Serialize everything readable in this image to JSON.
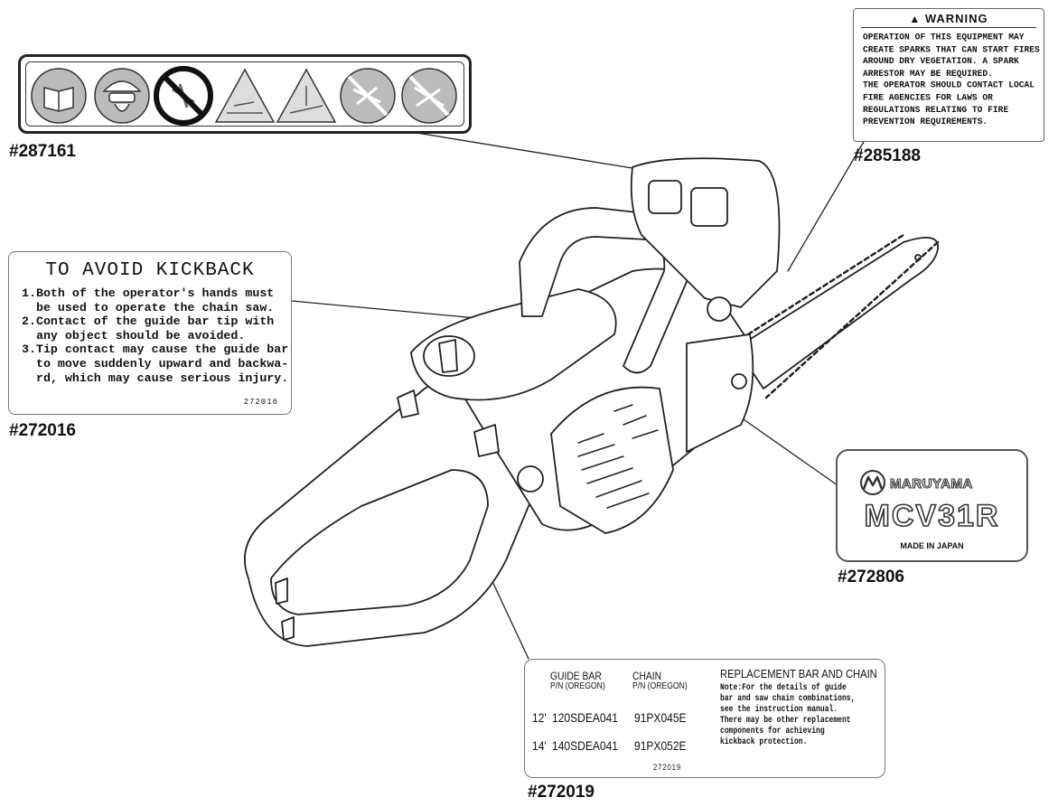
{
  "part_numbers": {
    "pictograms": "#287161",
    "warning": "#285188",
    "kickback": "#272016",
    "model": "#272806",
    "replacement": "#272019"
  },
  "warning_label": {
    "heading": "WARNING",
    "lines": [
      "OPERATION OF THIS EQUIPMENT MAY",
      "CREATE SPARKS THAT CAN START FIRES",
      "AROUND DRY VEGETATION. A SPARK",
      "ARRESTOR MAY BE REQUIRED.",
      "THE OPERATOR SHOULD CONTACT LOCAL",
      "FIRE AGENCIES FOR LAWS OR",
      "REGULATIONS RELATING TO FIRE",
      "PREVENTION REQUIREMENTS."
    ]
  },
  "kickback_label": {
    "title": "TO AVOID KICKBACK",
    "lines": [
      "1.Both of the operator's hands must",
      "  be used to operate the chain saw.",
      "2.Contact of the guide bar tip with",
      "  any object should be avoided.",
      "3.Tip contact may cause the guide bar",
      "  to move suddenly upward and backwa-",
      "  rd, which may cause serious injury."
    ],
    "code": "272016"
  },
  "model_label": {
    "brand": "MARUYAMA",
    "model": "MCV31R",
    "made_in": "MADE IN JAPAN"
  },
  "replacement_label": {
    "col_bar_header_1": "GUIDE BAR",
    "col_bar_header_2": "P/N (OREGON)",
    "col_chain_header_1": "CHAIN",
    "col_chain_header_2": "P/N (OREGON)",
    "title": "REPLACEMENT BAR AND CHAIN",
    "rows": [
      {
        "size": "12'",
        "bar": "120SDEA041",
        "chain": "91PX045E"
      },
      {
        "size": "14'",
        "bar": "140SDEA041",
        "chain": "91PX052E"
      }
    ],
    "code": "272019",
    "note_lines": [
      "Note:For the details of guide",
      "bar and saw chain combinations,",
      "see the instruction manual.",
      "There may be other replacement",
      "components for achieving",
      "kickback protection."
    ]
  },
  "pictograms": [
    "read-manual-icon",
    "helmet-ear-eye-protection-icon",
    "no-one-handed-use-icon",
    "kickback-warning-icon",
    "chain-brake-warning-icon",
    "no-bare-hands-icon",
    "no-legs-near-chain-icon"
  ]
}
